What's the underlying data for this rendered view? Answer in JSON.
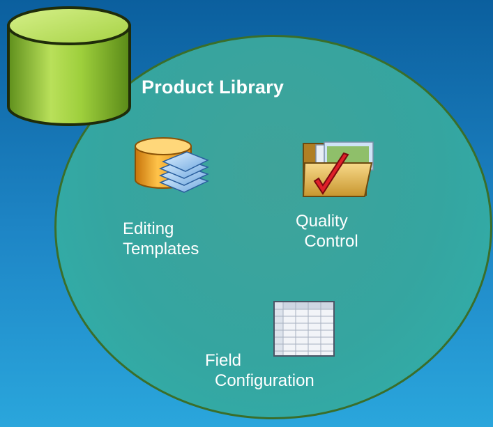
{
  "library": {
    "title": "Product Library"
  },
  "items": [
    {
      "icon": "database-layers-icon",
      "lines": [
        "Editing",
        "Templates"
      ]
    },
    {
      "icon": "folder-check-icon",
      "lines": [
        "Quality",
        "Control"
      ]
    },
    {
      "icon": "table-grid-icon",
      "lines": [
        "Field",
        "Configuration"
      ]
    }
  ],
  "colors": {
    "background": "#1e86c6",
    "circle_fill": "#35a5a0",
    "circle_border": "#3a6e2a",
    "text": "#ffffff",
    "database_green": "#9ecf3c",
    "database_orange": "#f2a21a",
    "check_red": "#e0202a"
  }
}
